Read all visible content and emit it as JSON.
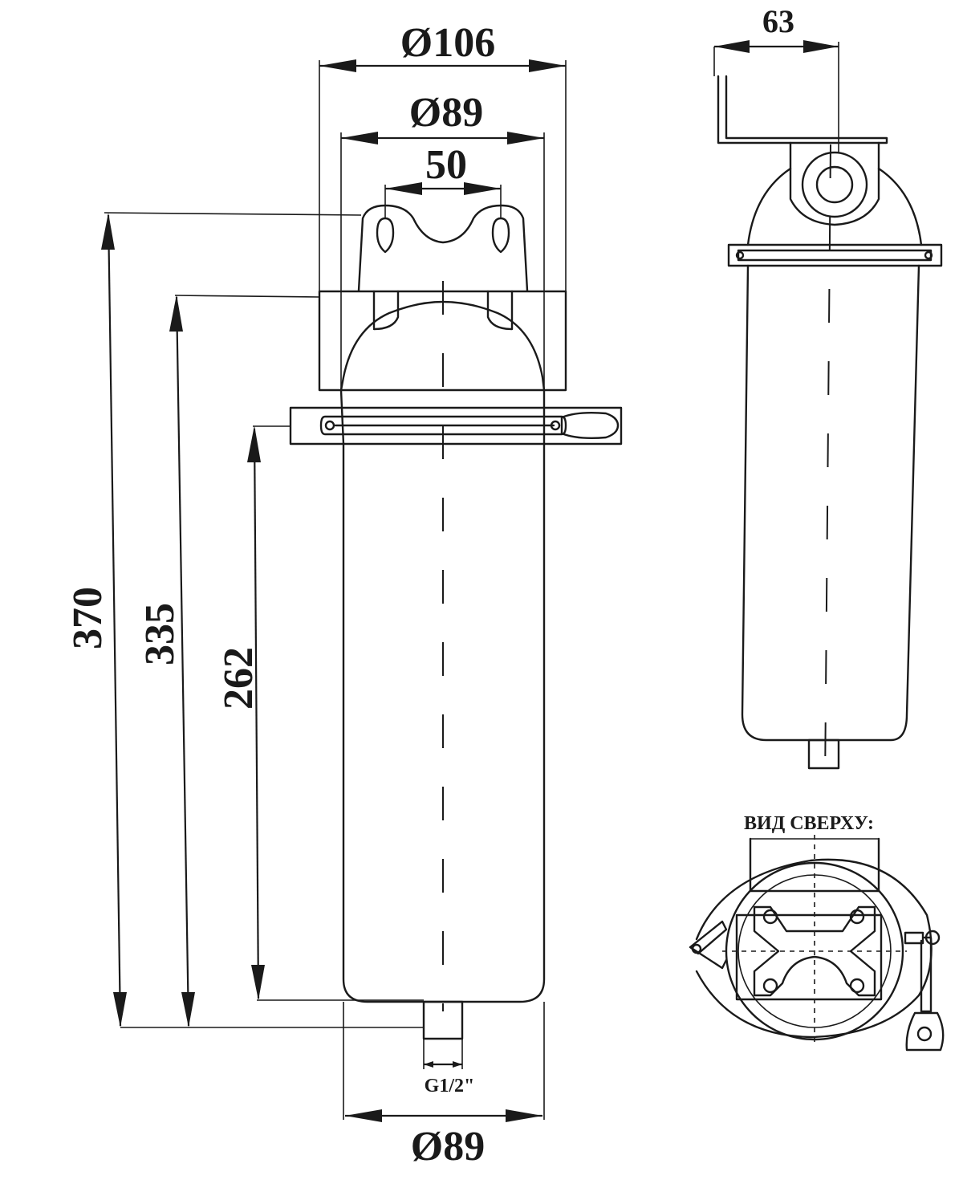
{
  "front_view": {
    "diameter_top": "Ø106",
    "diameter_body": "Ø89",
    "mount_hole_spacing": "50",
    "height_total": "370",
    "height_body": "335",
    "height_clamp": "262",
    "thread": "G1/2\"",
    "diameter_bottom": "Ø89"
  },
  "side_view": {
    "bracket_offset": "63"
  },
  "top_view": {
    "title": "ВИД СВЕРХУ:"
  }
}
